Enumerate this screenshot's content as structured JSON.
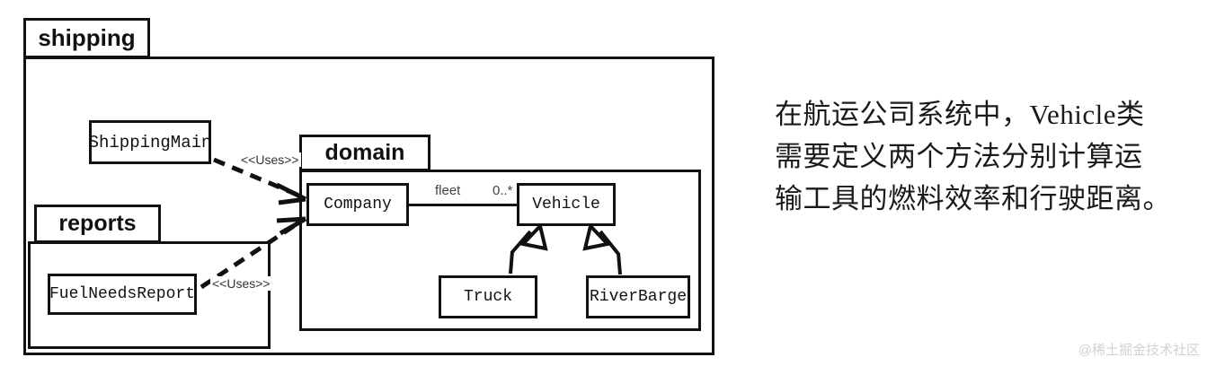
{
  "diagram": {
    "type": "uml-package-class-diagram",
    "packages": [
      {
        "id": "shipping",
        "name": "shipping"
      },
      {
        "id": "reports",
        "name": "reports"
      },
      {
        "id": "domain",
        "name": "domain"
      }
    ],
    "classes": [
      {
        "id": "shippingmain",
        "name": "ShippingMain",
        "package": "shipping"
      },
      {
        "id": "fuelneedsreport",
        "name": "FuelNeedsReport",
        "package": "reports"
      },
      {
        "id": "company",
        "name": "Company",
        "package": "domain"
      },
      {
        "id": "vehicle",
        "name": "Vehicle",
        "package": "domain"
      },
      {
        "id": "truck",
        "name": "Truck",
        "package": "domain"
      },
      {
        "id": "riverbarge",
        "name": "RiverBarge",
        "package": "domain"
      }
    ],
    "relationships": [
      {
        "kind": "dependency",
        "from": "ShippingMain",
        "to": "Company",
        "stereotype": "<<Uses>>"
      },
      {
        "kind": "dependency",
        "from": "FuelNeedsReport",
        "to": "Company",
        "stereotype": "<<Uses>>"
      },
      {
        "kind": "association",
        "from": "Company",
        "to": "Vehicle",
        "role": "fleet",
        "multiplicity": "0..*"
      },
      {
        "kind": "generalization",
        "from": "Truck",
        "to": "Vehicle"
      },
      {
        "kind": "generalization",
        "from": "RiverBarge",
        "to": "Vehicle"
      }
    ],
    "labels": {
      "uses_1": "<<Uses>>",
      "uses_2": "<<Uses>>",
      "fleet": "fleet",
      "multiplicity": "0..*"
    },
    "colors": {
      "stroke": "#111111",
      "background": "#ffffff",
      "label_text": "#444444"
    }
  },
  "caption": {
    "line1": "在航运公司系统中，Vehicle类",
    "line2": "需要定义两个方法分别计算运",
    "line3": "输工具的燃料效率和行驶距离。"
  },
  "watermark": {
    "text": "@稀土掘金技术社区"
  }
}
